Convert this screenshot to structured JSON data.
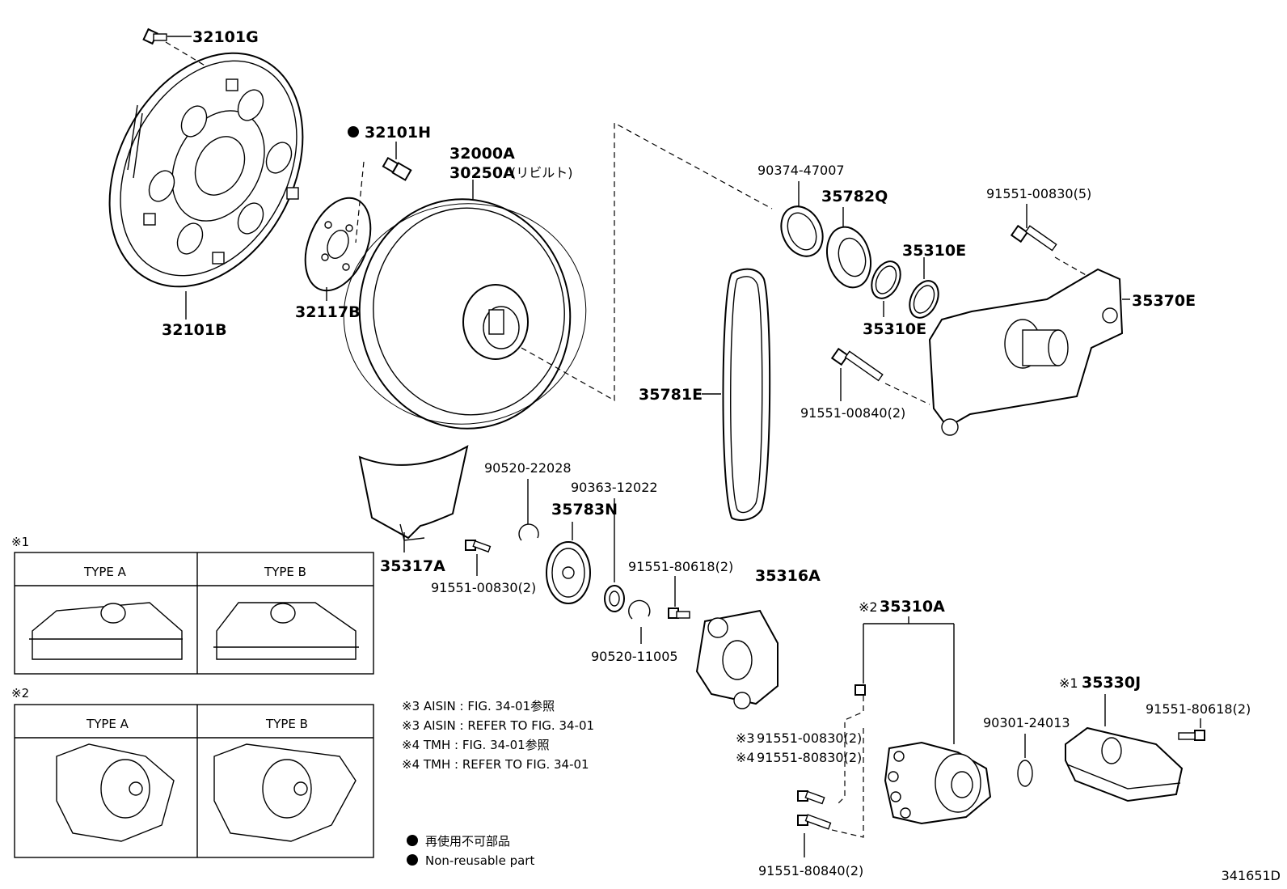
{
  "parts": {
    "p32101G": "32101G",
    "p32101H": "32101H",
    "p32101B": "32101B",
    "p32117B": "32117B",
    "p32000A": "32000A",
    "p30250A": "30250A",
    "p30250A_note": "(リビルト)",
    "p90374": "90374-47007",
    "p35782Q": "35782Q",
    "p91551_00830_5": "91551-00830(5)",
    "p35310E_a": "35310E",
    "p35310E_b": "35310E",
    "p35370E": "35370E",
    "p35781E": "35781E",
    "p91551_00840": "91551-00840(2)",
    "p90520_22028": "90520-22028",
    "p90363": "90363-12022",
    "p35783N": "35783N",
    "p35317A": "35317A",
    "p91551_00830_2": "91551-00830(2)",
    "p91551_80618_a": "91551-80618(2)",
    "p35316A": "35316A",
    "p90520_11005": "90520-11005",
    "p35310A": "35310A",
    "p35310A_mark": "※2",
    "p35330J": "35330J",
    "p35330J_mark": "※1",
    "p91551_80618_b": "91551-80618(2)",
    "p90301": "90301-24013",
    "p91551_00830_2b": "91551-00830(2)",
    "p91551_00830_2b_mark": "※3",
    "p91551_80830": "91551-80830(2)",
    "p91551_80830_mark": "※4",
    "p91551_80840": "91551-80840(2)"
  },
  "inset1": {
    "mark": "※1",
    "type_a": "TYPE A",
    "type_b": "TYPE B"
  },
  "inset2": {
    "mark": "※2",
    "type_a": "TYPE A",
    "type_b": "TYPE B"
  },
  "notes": [
    "※3 AISIN : FIG. 34-01参照",
    "※3 AISIN : REFER TO FIG. 34-01",
    "※4 TMH : FIG. 34-01参照",
    "※4 TMH : REFER TO FIG. 34-01"
  ],
  "legend": {
    "jp": "再使用不可部品",
    "en": "Non-reusable part"
  },
  "figure_id": "341651D"
}
